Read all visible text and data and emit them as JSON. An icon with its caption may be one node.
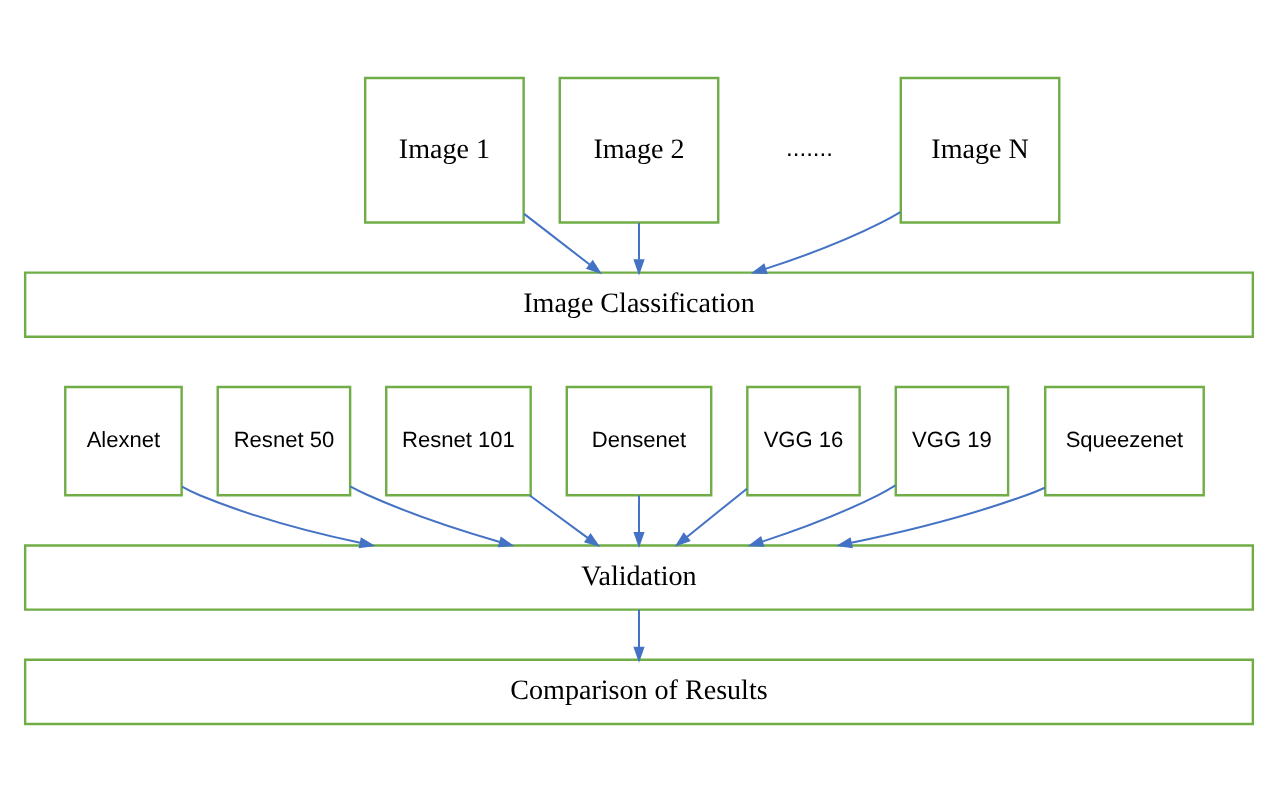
{
  "diagram": {
    "nodes": [
      {
        "text": [
          "Image 1"
        ]
      },
      {
        "text": [
          "Image 2"
        ]
      },
      {
        "text": [
          "Image N"
        ]
      },
      {
        "text": [
          "Image Classification"
        ]
      },
      {
        "text": [
          "Alexnet"
        ]
      },
      {
        "text": [
          "Resnet 50"
        ]
      },
      {
        "text": [
          "Resnet 101"
        ]
      },
      {
        "text": [
          "Densenet"
        ]
      },
      {
        "text": [
          "VGG 16"
        ]
      },
      {
        "text": [
          "VGG 19"
        ]
      },
      {
        "text": [
          "Squeezenet"
        ]
      },
      {
        "text": [
          "Validation"
        ]
      },
      {
        "text": [
          "Comparison of Results"
        ]
      }
    ],
    "edges": [
      {
        "from": 0,
        "to": 3,
        "arrow": "to"
      },
      {
        "from": 1,
        "to": 3,
        "arrow": "to"
      },
      {
        "from": 2,
        "to": 3,
        "arrow": "to"
      },
      {
        "from": 4,
        "to": 11,
        "arrow": "to"
      },
      {
        "from": 5,
        "to": 11,
        "arrow": "to"
      },
      {
        "from": 6,
        "to": 11,
        "arrow": "to"
      },
      {
        "from": 7,
        "to": 11,
        "arrow": "to"
      },
      {
        "from": 8,
        "to": 11,
        "arrow": "to"
      },
      {
        "from": 9,
        "to": 11,
        "arrow": "to"
      },
      {
        "from": 10,
        "to": 11,
        "arrow": "to"
      },
      {
        "from": 11,
        "to": 12,
        "arrow": "to"
      }
    ],
    "labels": [
      "......."
    ]
  }
}
